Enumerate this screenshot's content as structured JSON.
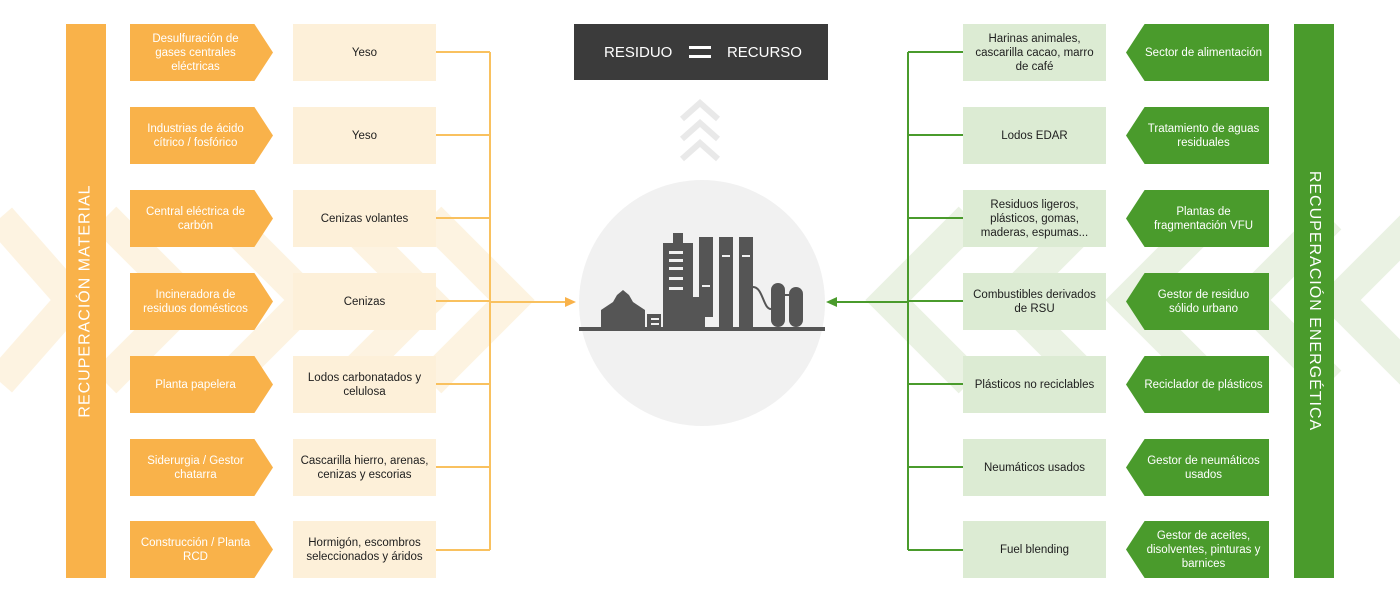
{
  "banner": {
    "left": "RESIDUO",
    "right": "RECURSO"
  },
  "left_bar": "RECUPERACIÓN MATERIAL",
  "right_bar": "RECUPERACIÓN ENERGÉTICA",
  "left_rows": [
    {
      "source": "Desulfuración de gases centrales eléctricas",
      "residue": "Yeso"
    },
    {
      "source": "Industrias de ácido cítrico / fosfórico",
      "residue": "Yeso"
    },
    {
      "source": "Central eléctrica de carbón",
      "residue": "Cenizas volantes"
    },
    {
      "source": "Incineradora de residuos domésticos",
      "residue": "Cenizas"
    },
    {
      "source": "Planta papelera",
      "residue": "Lodos carbonatados y celulosa"
    },
    {
      "source": "Siderurgia / Gestor chatarra",
      "residue": "Cascarilla hierro, arenas, cenizas y escorias"
    },
    {
      "source": "Construcción / Planta RCD",
      "residue": "Hormigón, escombros seleccionados y áridos"
    }
  ],
  "right_rows": [
    {
      "residue": "Harinas animales, cascarilla cacao, marro de café",
      "source": "Sector de alimentación"
    },
    {
      "residue": "Lodos EDAR",
      "source": "Tratamiento de aguas residuales"
    },
    {
      "residue": "Residuos ligeros, plásticos, gomas, maderas, espumas...",
      "source": "Plantas de fragmentación VFU"
    },
    {
      "residue": "Combustibles derivados de RSU",
      "source": "Gestor de residuo sólido urbano"
    },
    {
      "residue": "Plásticos no reciclables",
      "source": "Reciclador de plásticos"
    },
    {
      "residue": "Neumáticos usados",
      "source": "Gestor de neumáticos usados"
    },
    {
      "residue": "Fuel blending",
      "source": "Gestor de aceites, disolventes, pinturas y barnices"
    }
  ],
  "colors": {
    "material": "#f9b24a",
    "material_light": "#fdf0d9",
    "energy": "#4a9b2c",
    "energy_light": "#dcebd3",
    "dark": "#3b3b3b",
    "factory": "#555555"
  },
  "icons": {
    "center": "factory-icon",
    "up_arrows": "chevron-up-icon",
    "equals": "equals-icon"
  }
}
